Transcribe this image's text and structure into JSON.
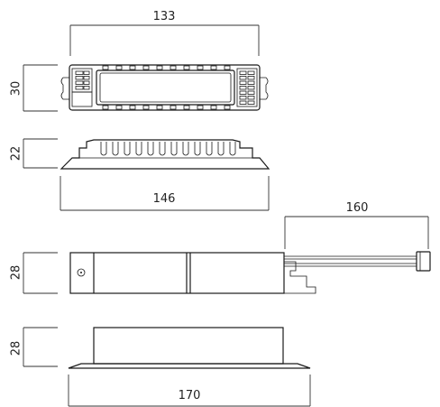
{
  "dimensions": {
    "top_width": "133",
    "top_height": "30",
    "side_height": "22",
    "side_width": "146",
    "cable_length": "160",
    "front_height": "28",
    "bottom_height": "28",
    "bottom_width": "170"
  },
  "colors": {
    "line": "#1a1a1a",
    "dimension": "#333333",
    "background": "#ffffff"
  }
}
